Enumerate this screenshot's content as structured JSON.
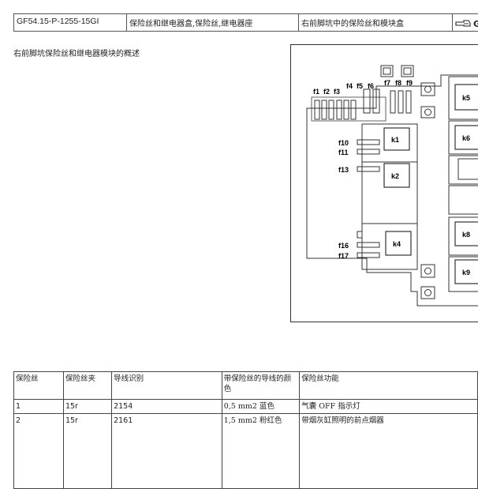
{
  "header": {
    "doc_id": "GF54.15-P-1255-15GI",
    "title": "保险丝和继电器盒,保险丝,继电器座",
    "section": "右前脚坑中的保险丝和模块盒",
    "nav_icon": "hand-pointer-icon",
    "nav_label": "G"
  },
  "subtitle": "右前脚坑保险丝和继电器模块的概述",
  "diagram": {
    "fuse_labels": [
      "f1",
      "f2",
      "f3",
      "f4",
      "f5",
      "f6",
      "f7",
      "f8",
      "f9",
      "f10",
      "f11",
      "f13",
      "f16",
      "f17"
    ],
    "relay_labels": [
      "k1",
      "k2",
      "k4",
      "k5",
      "k6",
      "k8",
      "k9"
    ]
  },
  "table": {
    "headers": [
      "保险丝",
      "保险丝夹",
      "导线识别",
      "带保险丝的导线的颜色",
      "保险丝功能"
    ],
    "rows": [
      [
        "1",
        "15r",
        "2154",
        "0,5 mm2 蓝色",
        "气囊 OFF 指示灯"
      ],
      [
        "2",
        "15r",
        "2161",
        "1,5 mm2 粉红色",
        "带烟灰缸照明的前点烟器"
      ]
    ]
  }
}
